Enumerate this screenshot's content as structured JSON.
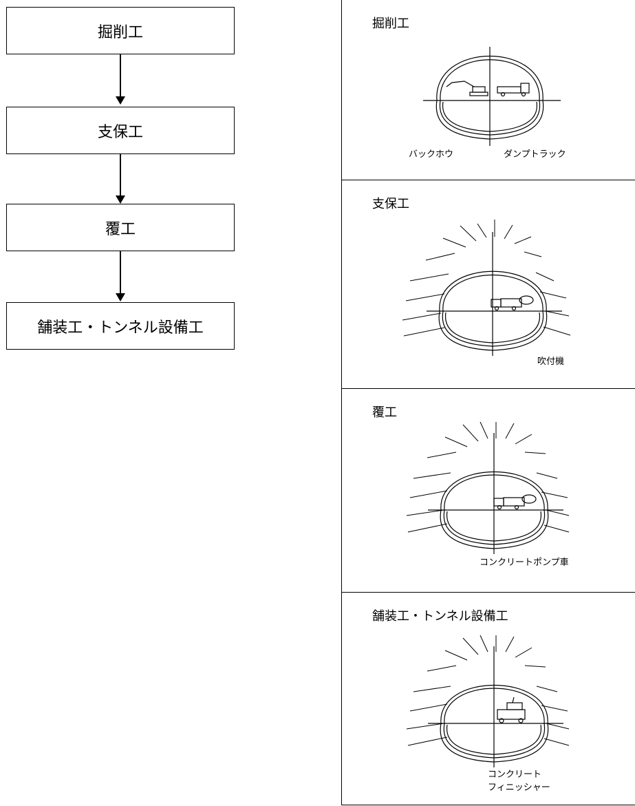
{
  "flowchart": {
    "steps": [
      "掘削工",
      "支保工",
      "覆工",
      "舗装工・トンネル設備工"
    ]
  },
  "panels": [
    {
      "title": "掘削工",
      "captions": [
        "バックホウ",
        "ダンプトラック"
      ]
    },
    {
      "title": "支保工",
      "captions": [
        "吹付機"
      ]
    },
    {
      "title": "覆工",
      "captions": [
        "コンクリートポンプ車"
      ]
    },
    {
      "title": "舗装工・トンネル設備工",
      "captions": [
        "コンクリート\nフィニッシャー"
      ]
    }
  ]
}
